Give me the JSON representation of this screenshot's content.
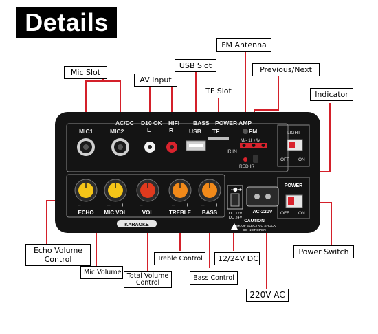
{
  "title": "Details",
  "board": {
    "top_labels": {
      "mic1": "MIC1",
      "mic2": "MIC2",
      "acdc": "AC/DC",
      "d10ok": "D10 OK",
      "hifi": "HIFI",
      "bass": "BASS",
      "power_amp": "POWER AMP",
      "usb": "USB",
      "tf": "TF",
      "fm": "FM",
      "nav": "M/-  1I  +/M",
      "light": "LIGHT",
      "ir_in": "IR IN",
      "red_ir": "RED  IR",
      "off": "OFF",
      "on": "ON",
      "l": "L",
      "r": "R"
    },
    "knob_labels": [
      "ECHO",
      "MIC VOL",
      "VOL",
      "TREBLE",
      "BASS"
    ],
    "power_label": "POWER",
    "dc_label": "DC 12V\nDC 24V",
    "ac_label": "AC-220V",
    "caution": "CAUTION\nRISK OF ELECTRIC SHOCK\nDO NOT OPEN",
    "karaoke": "KARAOKE"
  },
  "callouts": {
    "mic_slot": "Mic Slot",
    "av_input": "AV Input",
    "usb_slot": "USB Slot",
    "fm_antenna": "FM Antenna",
    "tf_slot": "TF Slot",
    "previous_next": "Previous/Next",
    "indicator": "Indicator",
    "echo_volume_control": "Echo Volume\nControl",
    "mic_volume": "Mic Volume",
    "total_volume_control": "Total Volume\nControl",
    "treble_control": "Treble Control",
    "bass_control": "Bass Control",
    "dc_input": "12/24V DC",
    "ac_input": "220V AC",
    "power_switch": "Power Switch"
  },
  "colors": {
    "board": "#141414",
    "callout_line": "#d4202a",
    "knob_yellow": "#f5c518",
    "knob_orange": "#f28a1a",
    "knob_red": "#e03a1e"
  }
}
